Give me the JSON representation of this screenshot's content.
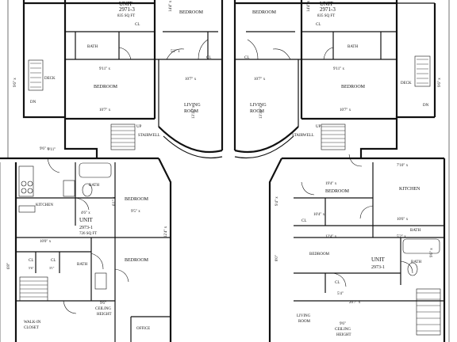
{
  "units": [
    {
      "name": "UNIT",
      "number": "2971-3",
      "area": "835 SQ FT"
    },
    {
      "name": "UNIT",
      "number": "2971-3",
      "area": "835 SQ FT"
    },
    {
      "name": "UNIT",
      "number": "2973-1",
      "area": "726 SQ FT"
    },
    {
      "name": "UNIT",
      "number": "2973-1",
      "area": ""
    }
  ],
  "rooms": {
    "bedroom": "BEDROOM",
    "bath": "BATH",
    "cl": "CL",
    "deck": "DECK",
    "living_room_1": "LIVING",
    "living_room_2": "ROOM",
    "stairwell": "STAIRWELL",
    "kitchen": "KITCHEN",
    "office": "OFFICE",
    "walk_in_1": "WALK-IN",
    "walk_in_2": "CLOSET",
    "ceiling_1": "9'6\"",
    "ceiling_2": "CEILING",
    "ceiling_3": "HEIGHT",
    "living_1": "LIVING",
    "living_2": "ROOM",
    "up": "UP",
    "dn": "DN"
  },
  "dimensions": {
    "d1": "14'4\" x",
    "d2": "10'7\" x",
    "d3": "9'11\" x",
    "d4": "13'11\" x",
    "d5": "9'5\" x",
    "d6": "10'0\" x",
    "d7": "12'4\" x",
    "d8": "9'4\" x",
    "d9": "6'1\" x",
    "d10": "19'4\" x",
    "d11": "9'6\" x",
    "d12": "12'4\" x",
    "d13": "20'7\" x",
    "d14": "10'6\" x",
    "d15": "5'2\" x",
    "d16": "4'6\" x",
    "d17": "7'10\" x",
    "d18": "10'4\" x",
    "d19": "5'6\"",
    "d20": "3'1\"",
    "d21": "9'11\"",
    "d22": "8'0\"",
    "d23": "6'8\"",
    "d24": "5'4\""
  }
}
